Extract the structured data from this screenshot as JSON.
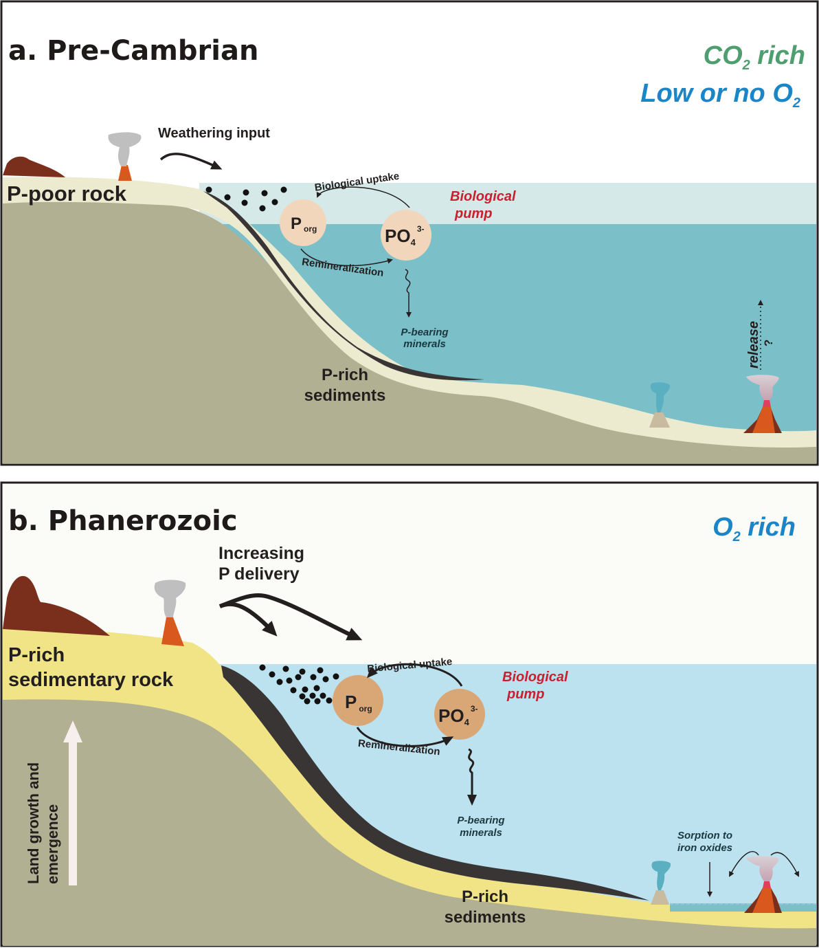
{
  "panels": [
    {
      "id": "a",
      "title": "a. Pre-Cambrian",
      "atmosphere": [
        {
          "text": "CO",
          "sub": "2",
          "suffix": " rich",
          "color": "#4f9e6f"
        },
        {
          "text": "Low or no O",
          "sub": "2",
          "suffix": "",
          "color": "#1b86c7"
        }
      ],
      "input_label": "Weathering input",
      "rock_label": "P-poor rock",
      "cycle": {
        "uptake": "Biological uptake",
        "remineralization": "Remineralization",
        "porg": {
          "main": "P",
          "sub": "org"
        },
        "po4": {
          "main": "PO",
          "sub": "4",
          "sup": "3-"
        }
      },
      "pump_label": [
        "Biological",
        "pump"
      ],
      "minerals_label": [
        "P-bearing",
        "minerals"
      ],
      "sediments_label": [
        "P-rich",
        "sediments"
      ],
      "release_label": "release",
      "release_question": "?",
      "colors": {
        "surface_water": "#d4e9e8",
        "deep_water": "#7bbfc8",
        "rock": "#ecebd0",
        "basement": "#b2b092",
        "circle": "#f2d6bb"
      }
    },
    {
      "id": "b",
      "title": "b. Phanerozoic",
      "atmosphere": [
        {
          "text": "O",
          "sub": "2",
          "suffix": " rich",
          "color": "#1b86c7"
        }
      ],
      "input_label": [
        "Increasing",
        "P delivery"
      ],
      "rock_label": [
        "P-rich",
        "sedimentary rock"
      ],
      "land_label": [
        "Land growth and",
        "emergence"
      ],
      "cycle": {
        "uptake": "Biological uptake",
        "remineralization": "Remineralization",
        "porg": {
          "main": "P",
          "sub": "org"
        },
        "po4": {
          "main": "PO",
          "sub": "4",
          "sup": "3-"
        }
      },
      "pump_label": [
        "Biological",
        "pump"
      ],
      "minerals_label": [
        "P-bearing",
        "minerals"
      ],
      "sediments_label": [
        "P-rich",
        "sediments"
      ],
      "sorption_label": [
        "Sorption to",
        "iron oxides"
      ],
      "colors": {
        "water": "#bde2ef",
        "rock": "#f0e487",
        "basement": "#b2b092",
        "circle": "#d9a775"
      }
    }
  ],
  "colors": {
    "pump": "#c8202f",
    "mountain": "#7a2e1c",
    "lava": "#d9581e",
    "ash": "#bfbfbf",
    "sediment": "#3a3535"
  }
}
